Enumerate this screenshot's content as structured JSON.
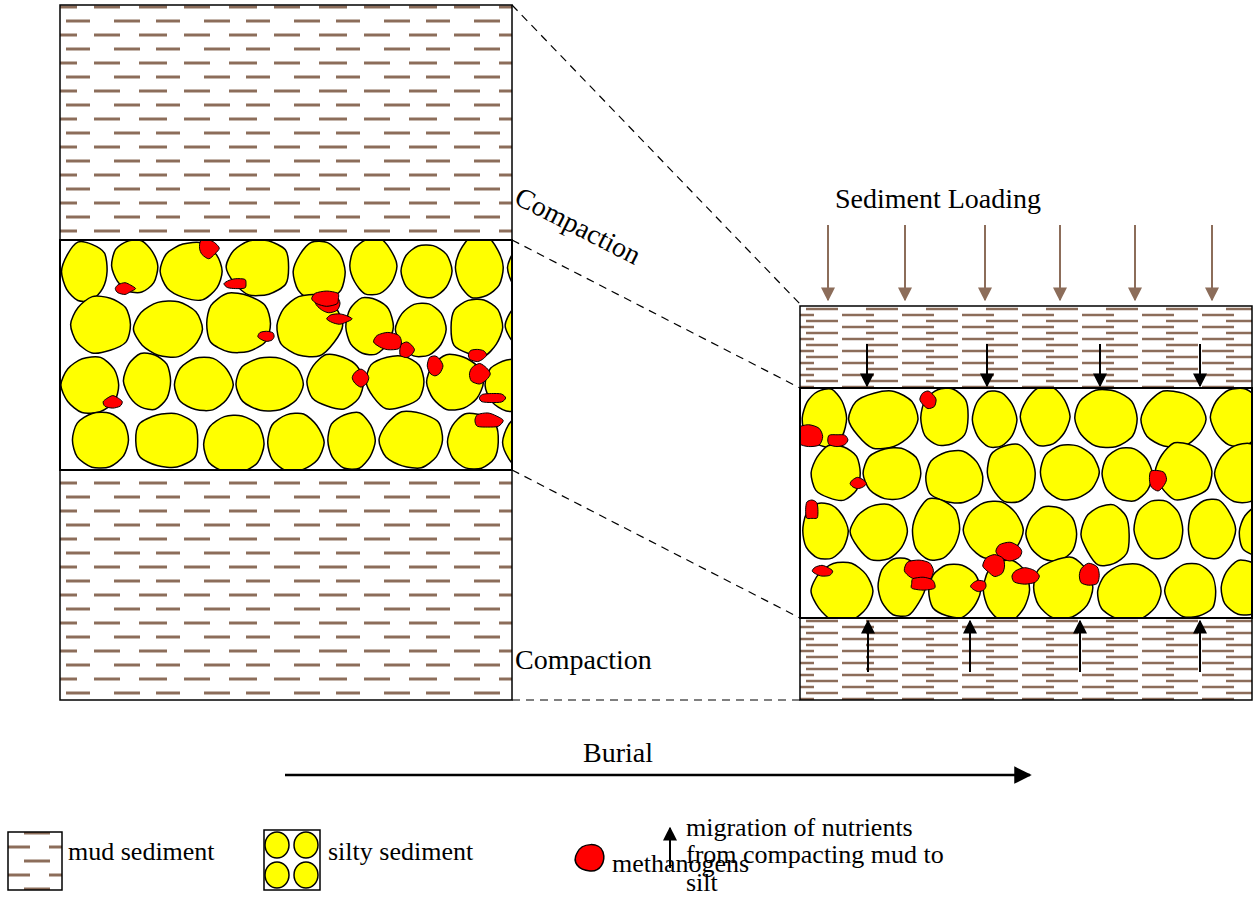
{
  "diagram": {
    "labels": [
      "Compaction",
      "Compaction",
      "Sediment Loading",
      "Burial"
    ],
    "legend": [
      {
        "text": "mud sediment"
      },
      {
        "text": "silty sediment"
      },
      {
        "text": "methanogens",
        "color": "#ff0000"
      },
      {
        "text": "migration of nutrients from compacting mud to silt"
      }
    ]
  }
}
